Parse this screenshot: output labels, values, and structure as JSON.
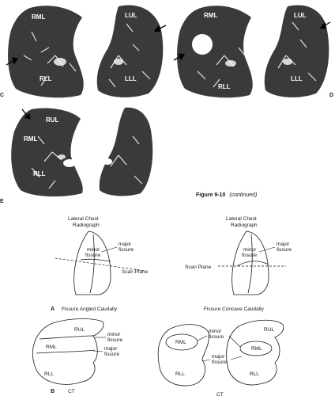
{
  "figure": {
    "caption_bold": "Figure 9-10",
    "caption_italic": "(continued)"
  },
  "ct_panels": {
    "C": {
      "letter": "C",
      "right_lung_labels": [
        "RML",
        "RLL"
      ],
      "left_lung_labels": [
        "LUL",
        "LLL"
      ]
    },
    "D": {
      "letter": "D",
      "right_lung_labels": [
        "RML",
        "RLL"
      ],
      "left_lung_labels": [
        "LUL",
        "LLL"
      ]
    },
    "E": {
      "letter": "E",
      "right_lung_labels": [
        "RUL",
        "RML",
        "RLL"
      ]
    }
  },
  "diagram_A": {
    "letter": "A",
    "left": {
      "title_line1": "Lateral Chest",
      "title_line2": "Radiograph",
      "minor_line1": "minor",
      "minor_line2": "fissure",
      "major_line1": "major",
      "major_line2": "fissure",
      "scan_plane": "Scan Plane",
      "subtitle": "Fissure Angled Caudally"
    },
    "right": {
      "title_line1": "Lateral Chest",
      "title_line2": "Radiograph",
      "minor_line1": "minor",
      "minor_line2": "fissure",
      "major_line1": "major",
      "major_line2": "fissure",
      "scan_plane": "Scan Plane",
      "subtitle": "Fissure Concave Caudally"
    }
  },
  "diagram_B": {
    "letter": "B",
    "left": {
      "lobes": [
        "RUL",
        "RML",
        "RLL"
      ],
      "minor_line1": "minor",
      "minor_line2": "fissure",
      "major_line1": "major",
      "major_line2": "fissure",
      "ct": "CT"
    },
    "right": {
      "lobes_left_lung": [
        "RML",
        "RLL"
      ],
      "lobes_right_lung": [
        "RUL",
        "RML",
        "RLL"
      ],
      "minor_line1": "minor",
      "minor_line2": "fissure",
      "major_line1": "major",
      "major_line2": "fissure",
      "ct": "CT"
    }
  }
}
